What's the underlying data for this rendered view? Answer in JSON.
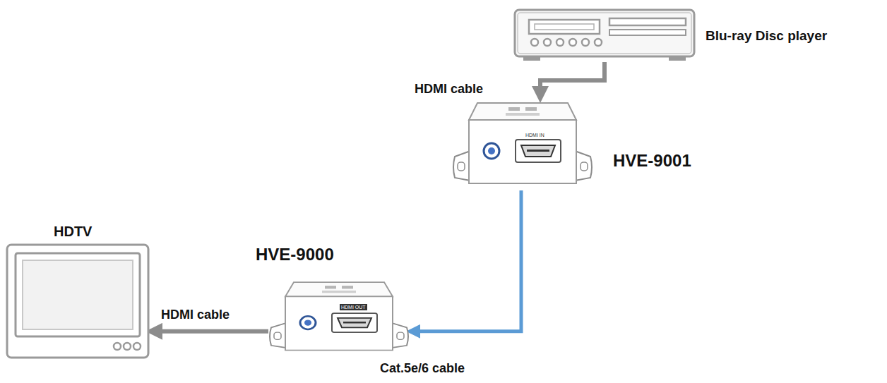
{
  "diagram": {
    "nodes": [
      {
        "text": [
          "Blu-ray Disc player"
        ]
      },
      {
        "text": [
          "HVE-9001"
        ]
      },
      {
        "text": [
          "HDTV"
        ]
      },
      {
        "text": [
          "HVE-9000"
        ]
      }
    ],
    "edges": [
      {
        "from": 0,
        "to": 1,
        "arrow": "to",
        "label": "HDMI cable"
      },
      {
        "from": 1,
        "to": 3,
        "arrow": "to",
        "label": "Cat.5e/6 cable"
      },
      {
        "from": 3,
        "to": 2,
        "arrow": "to",
        "label": "HDMI cable"
      }
    ],
    "labels": [
      "HDMI IN",
      "HDMI OUT"
    ]
  }
}
